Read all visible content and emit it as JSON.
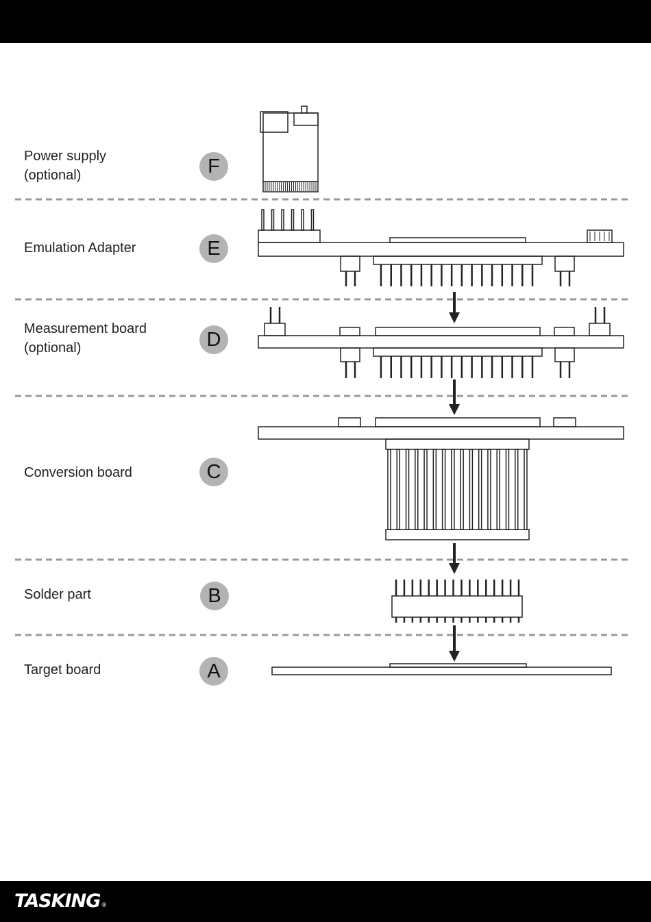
{
  "brand": {
    "name": "TASKING",
    "mark": "®"
  },
  "rows": [
    {
      "label": "Power supply\n(optional)",
      "badge": "F"
    },
    {
      "label": "Emulation Adapter",
      "badge": "E"
    },
    {
      "label": "Measurement board\n(optional)",
      "badge": "D"
    },
    {
      "label": "Conversion board",
      "badge": "C"
    },
    {
      "label": "Solder part",
      "badge": "B"
    },
    {
      "label": "Target board",
      "badge": "A"
    }
  ],
  "colors": {
    "bar": "#000000",
    "badge": "#b3b3b3",
    "line": "#222222",
    "divider": "#999999"
  }
}
